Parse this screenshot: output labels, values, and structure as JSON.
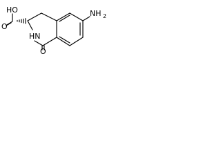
{
  "molecule": {
    "labels": {
      "hydroxyl": "HO",
      "carbonyl_acid": "O",
      "amide_nh": "HN",
      "carbonyl_lactam": "O",
      "amine": "NH",
      "amine_subscript": "2"
    }
  },
  "colors": {
    "background": "#ffffff",
    "ink": "#000000"
  }
}
